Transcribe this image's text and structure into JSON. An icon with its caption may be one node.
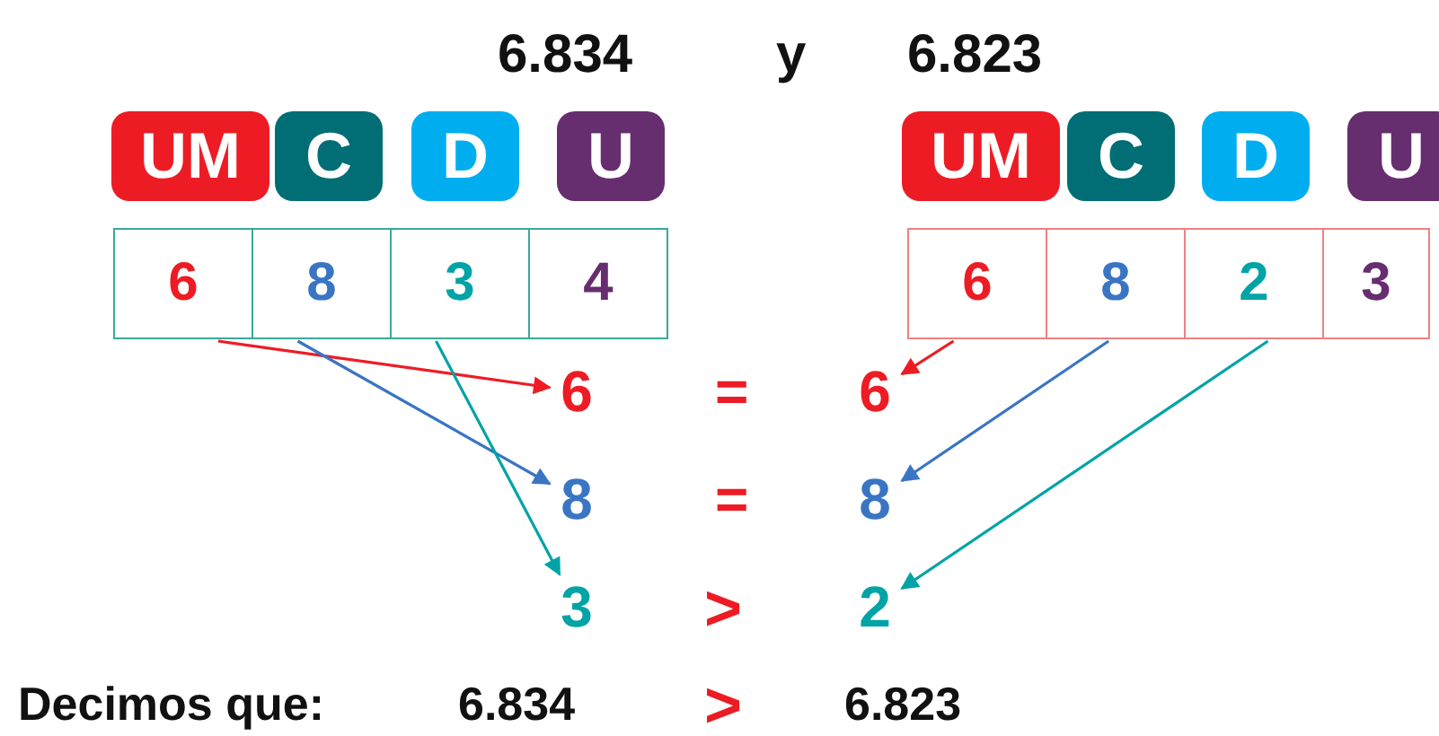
{
  "diagram": {
    "nodes": [
      {
        "text": [
          "UM"
        ]
      },
      {
        "text": [
          "C"
        ]
      },
      {
        "text": [
          "D"
        ]
      },
      {
        "text": [
          "U"
        ]
      },
      {
        "text": [
          "UM"
        ]
      },
      {
        "text": [
          "C"
        ]
      },
      {
        "text": [
          "D"
        ]
      },
      {
        "text": [
          "U"
        ]
      },
      {
        "text": [
          "6"
        ]
      },
      {
        "text": [
          "8"
        ]
      },
      {
        "text": [
          "3"
        ]
      },
      {
        "text": [
          "4"
        ]
      },
      {
        "text": [
          "6"
        ]
      },
      {
        "text": [
          "8"
        ]
      },
      {
        "text": [
          "2"
        ]
      },
      {
        "text": [
          "3"
        ]
      },
      {
        "text": [
          "6"
        ]
      },
      {
        "text": [
          "6"
        ]
      },
      {
        "text": [
          "8"
        ]
      },
      {
        "text": [
          "8"
        ]
      },
      {
        "text": [
          "3"
        ]
      },
      {
        "text": [
          "2"
        ]
      }
    ],
    "edges": [
      {
        "from": 8,
        "to": 16,
        "arrow": "to",
        "color": "#ed1c24"
      },
      {
        "from": 9,
        "to": 18,
        "arrow": "to",
        "color": "#3a75c4"
      },
      {
        "from": 10,
        "to": 20,
        "arrow": "to",
        "color": "#00a3a6"
      },
      {
        "from": 12,
        "to": 17,
        "arrow": "to",
        "color": "#ed1c24"
      },
      {
        "from": 13,
        "to": 19,
        "arrow": "to",
        "color": "#3a75c4"
      },
      {
        "from": 14,
        "to": 21,
        "arrow": "to",
        "color": "#00a3a6"
      }
    ],
    "labels": [
      "6.834",
      "y",
      "6.823",
      "=",
      "=",
      ">",
      "Decimos que:",
      "6.834",
      ">",
      "6.823"
    ]
  }
}
